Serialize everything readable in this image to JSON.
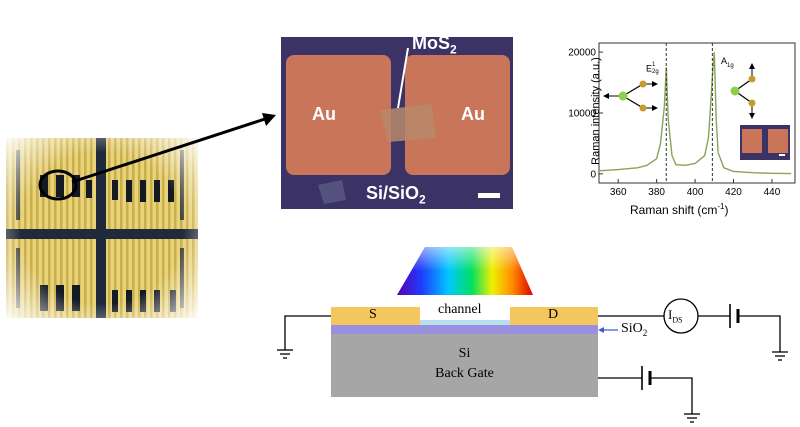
{
  "micrograph": {
    "electrode_left": "Au",
    "electrode_right": "Au",
    "flake_label_main": "MoS",
    "flake_label_sub": "2",
    "substrate_main": "Si/SiO",
    "substrate_sub": "2"
  },
  "raman": {
    "ylabel": "Raman intensity (a.u.)",
    "xlabel_main": "Raman shift (cm",
    "xlabel_sup": "-1",
    "xlabel_end": ")",
    "peak1_main": "E",
    "peak1_sup": "1",
    "peak1_sub": "2g",
    "peak2_main": "A",
    "peak2_sub": "1g",
    "colors": {
      "line": "#8aa35a",
      "dashed": "#333333"
    }
  },
  "chart_data": {
    "type": "line",
    "x": [
      350,
      360,
      370,
      375,
      380,
      382,
      384,
      385,
      386,
      388,
      390,
      395,
      400,
      405,
      407,
      408,
      409,
      410,
      411,
      412,
      415,
      420,
      430,
      440,
      450
    ],
    "series": [
      {
        "values": [
          500,
          700,
          1000,
          1400,
          2500,
          5000,
          11000,
          17500,
          9000,
          3000,
          1500,
          1400,
          1700,
          3000,
          6000,
          11000,
          16000,
          20000,
          9000,
          3500,
          1000,
          400,
          200,
          100,
          50
        ]
      }
    ],
    "xticks": [
      360,
      380,
      400,
      420,
      440
    ],
    "yticks": [
      0,
      10000,
      20000
    ],
    "xlim": [
      350,
      452
    ],
    "ylim": [
      -1500,
      21500
    ],
    "dashed_lines_x": [
      385,
      409
    ],
    "xlabel": "Raman shift (cm-1)",
    "ylabel": "Raman intensity (a.u.)"
  },
  "device": {
    "source": "S",
    "drain": "D",
    "channel": "channel",
    "oxide_main": "SiO",
    "oxide_sub": "2",
    "substrate_line1": "Si",
    "substrate_line2": "Back Gate",
    "meter_main": "I",
    "meter_sub": "DS"
  }
}
